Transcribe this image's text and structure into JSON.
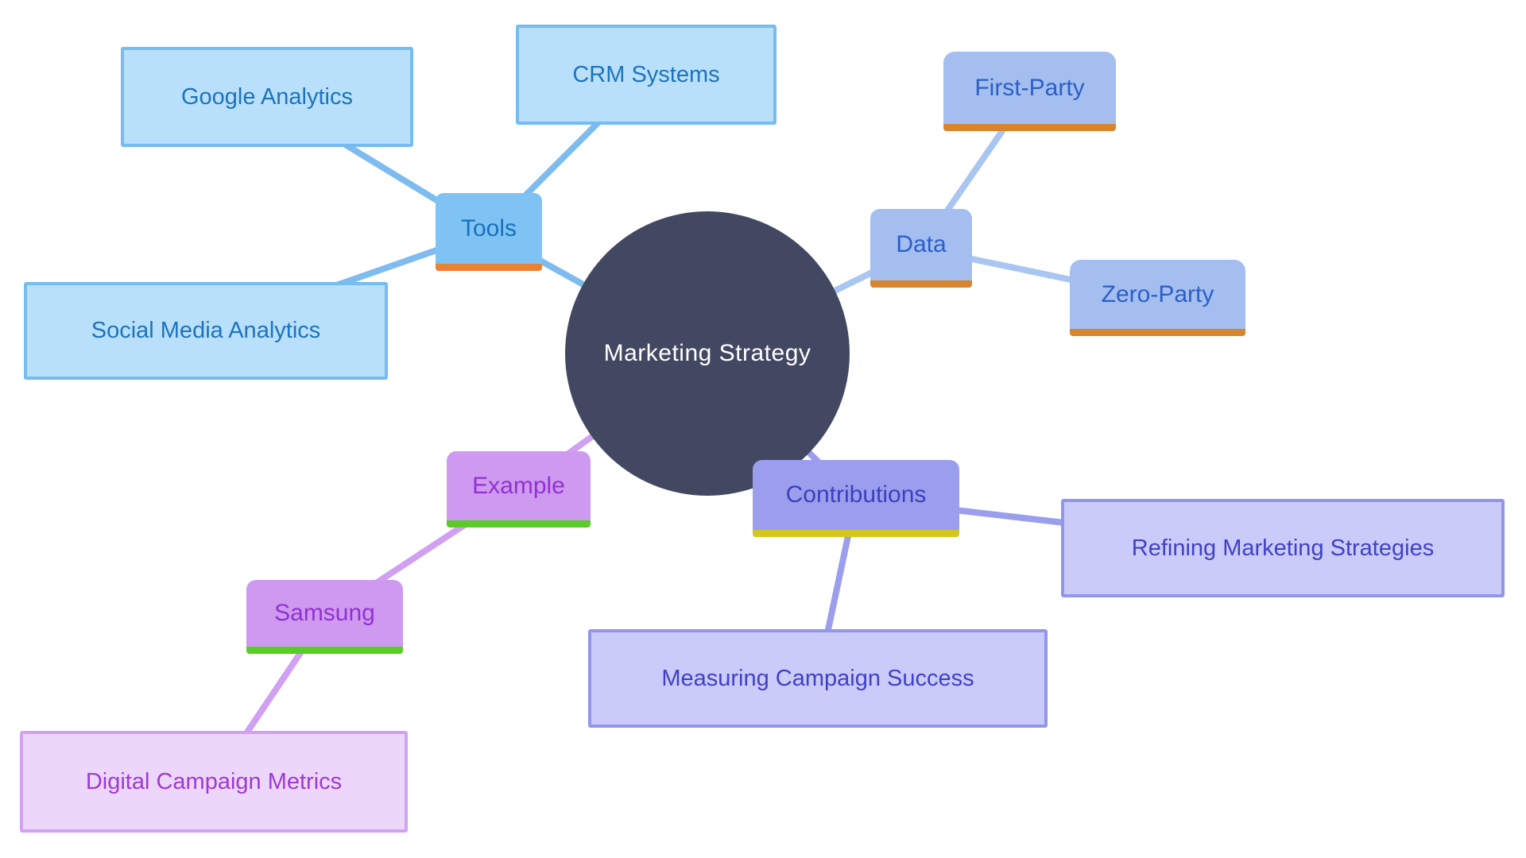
{
  "diagram_type": "mind-map",
  "center": {
    "label": "Marketing Strategy"
  },
  "nodes": {
    "marketing_strategy": "Marketing Strategy",
    "tools": "Tools",
    "google_analytics": "Google Analytics",
    "crm_systems": "CRM Systems",
    "social_media_analytics": "Social Media Analytics",
    "data": "Data",
    "first_party": "First-Party",
    "zero_party": "Zero-Party",
    "example": "Example",
    "samsung": "Samsung",
    "digital_campaign_metrics": "Digital Campaign Metrics",
    "contributions": "Contributions",
    "refining_marketing_strategies": "Refining Marketing Strategies",
    "measuring_campaign_success": "Measuring Campaign Success"
  },
  "branches": [
    {
      "id": "tools",
      "label": "Tools",
      "children": [
        "Google Analytics",
        "CRM Systems",
        "Social Media Analytics"
      ]
    },
    {
      "id": "data",
      "label": "Data",
      "children": [
        "First-Party",
        "Zero-Party"
      ]
    },
    {
      "id": "example",
      "label": "Example",
      "children": [
        "Samsung"
      ],
      "grandchildren": [
        "Digital Campaign Metrics"
      ]
    },
    {
      "id": "contributions",
      "label": "Contributions",
      "children": [
        "Refining Marketing Strategies",
        "Measuring Campaign Success"
      ]
    }
  ],
  "edges": [
    {
      "from": "google_analytics",
      "to": "tools",
      "color": "#7ebbee"
    },
    {
      "from": "crm_systems",
      "to": "tools",
      "color": "#7ebbee"
    },
    {
      "from": "social_media_analytics",
      "to": "tools",
      "color": "#7ebbee"
    },
    {
      "from": "tools",
      "to": "marketing_strategy",
      "color": "#7ebbee"
    },
    {
      "from": "first_party",
      "to": "data",
      "color": "#a9c5f1"
    },
    {
      "from": "zero_party",
      "to": "data",
      "color": "#a9c5f1"
    },
    {
      "from": "data",
      "to": "marketing_strategy",
      "color": "#a9c5f1"
    },
    {
      "from": "example",
      "to": "marketing_strategy",
      "color": "#d0a0f2"
    },
    {
      "from": "samsung",
      "to": "example",
      "color": "#d0a0f2"
    },
    {
      "from": "digital_campaign_metrics",
      "to": "samsung",
      "color": "#d0a0f2"
    },
    {
      "from": "contributions",
      "to": "marketing_strategy",
      "color": "#9b9eec"
    },
    {
      "from": "refining_marketing_strategies",
      "to": "contributions",
      "color": "#9b9eec"
    },
    {
      "from": "measuring_campaign_success",
      "to": "contributions",
      "color": "#9b9eec"
    }
  ],
  "colors": {
    "background": "#ffffff",
    "center_fill": "#434862",
    "center_text": "#ffffff",
    "tools_fill": "#7ec3f3",
    "tools_text": "#1a70bd",
    "tools_underline": "#ec8033",
    "tools_leaf_fill": "#b9e0fb",
    "tools_leaf_border": "#76bcf0",
    "tools_edge": "#7ebbee",
    "data_fill": "#a4bfef",
    "data_text": "#2b5ec9",
    "data_underline": "#d8862c",
    "data_edge": "#a9c5f1",
    "example_fill": "#ce9af0",
    "example_text": "#9330d4",
    "example_underline": "#5acc28",
    "example_leaf_fill": "#ecd7fa",
    "example_leaf_border": "#d2a1f4",
    "example_edge": "#d0a0f2",
    "contributions_fill": "#9b9eec",
    "contributions_text": "#3b3fc1",
    "contributions_underline": "#d2c61f",
    "contributions_leaf_fill": "#cacbf9",
    "contributions_leaf_border": "#9295ea",
    "contributions_edge": "#9b9eec"
  }
}
